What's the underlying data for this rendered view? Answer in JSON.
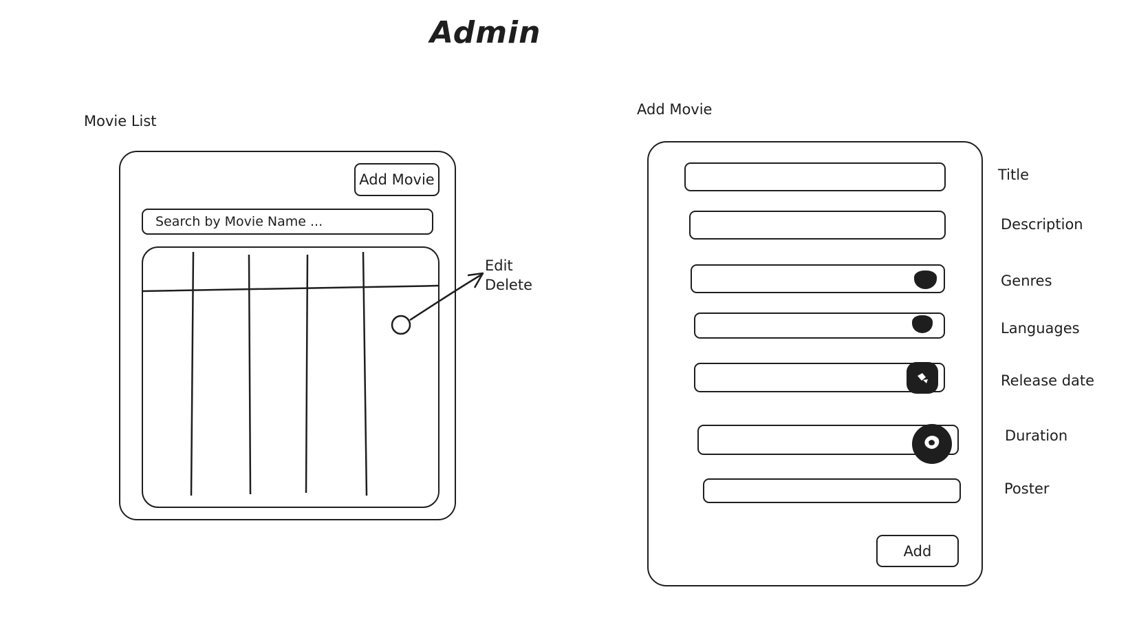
{
  "page": {
    "title": "Admin"
  },
  "movie_list": {
    "section_label": "Movie List",
    "add_button_label": "Add Movie",
    "search": {
      "value": "",
      "placeholder": "Search by Movie Name ..."
    },
    "table": {
      "column_count": 5,
      "rows": []
    },
    "row_action_note": {
      "edit_label": "Edit",
      "delete_label": "Delete"
    }
  },
  "add_movie_form": {
    "section_label": "Add Movie",
    "fields": {
      "title": {
        "label": "Title",
        "value": "",
        "icon": ""
      },
      "description": {
        "label": "Description",
        "value": "",
        "icon": ""
      },
      "genres": {
        "label": "Genres",
        "value": "",
        "icon": "dropdown-icon"
      },
      "languages": {
        "label": "Languages",
        "value": "",
        "icon": "dropdown-icon"
      },
      "release_date": {
        "label": "Release date",
        "value": "",
        "icon": "calendar-icon"
      },
      "duration": {
        "label": "Duration",
        "value": "",
        "icon": "clock-icon"
      },
      "poster": {
        "label": "Poster",
        "value": "",
        "icon": ""
      }
    },
    "submit_label": "Add"
  },
  "colors": {
    "stroke": "#1e1e1e",
    "background": "#ffffff"
  }
}
